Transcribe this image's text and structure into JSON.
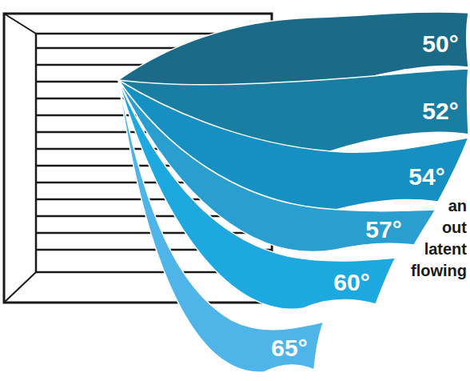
{
  "diagram": {
    "nodes": [
      {
        "text": [
          "50°"
        ]
      },
      {
        "text": [
          "52°"
        ]
      },
      {
        "text": [
          "54°"
        ]
      },
      {
        "text": [
          "57°"
        ]
      },
      {
        "text": [
          "60°"
        ]
      },
      {
        "text": [
          "65°"
        ]
      }
    ],
    "labels": [
      "an",
      "out",
      "latent",
      "flowing"
    ]
  }
}
